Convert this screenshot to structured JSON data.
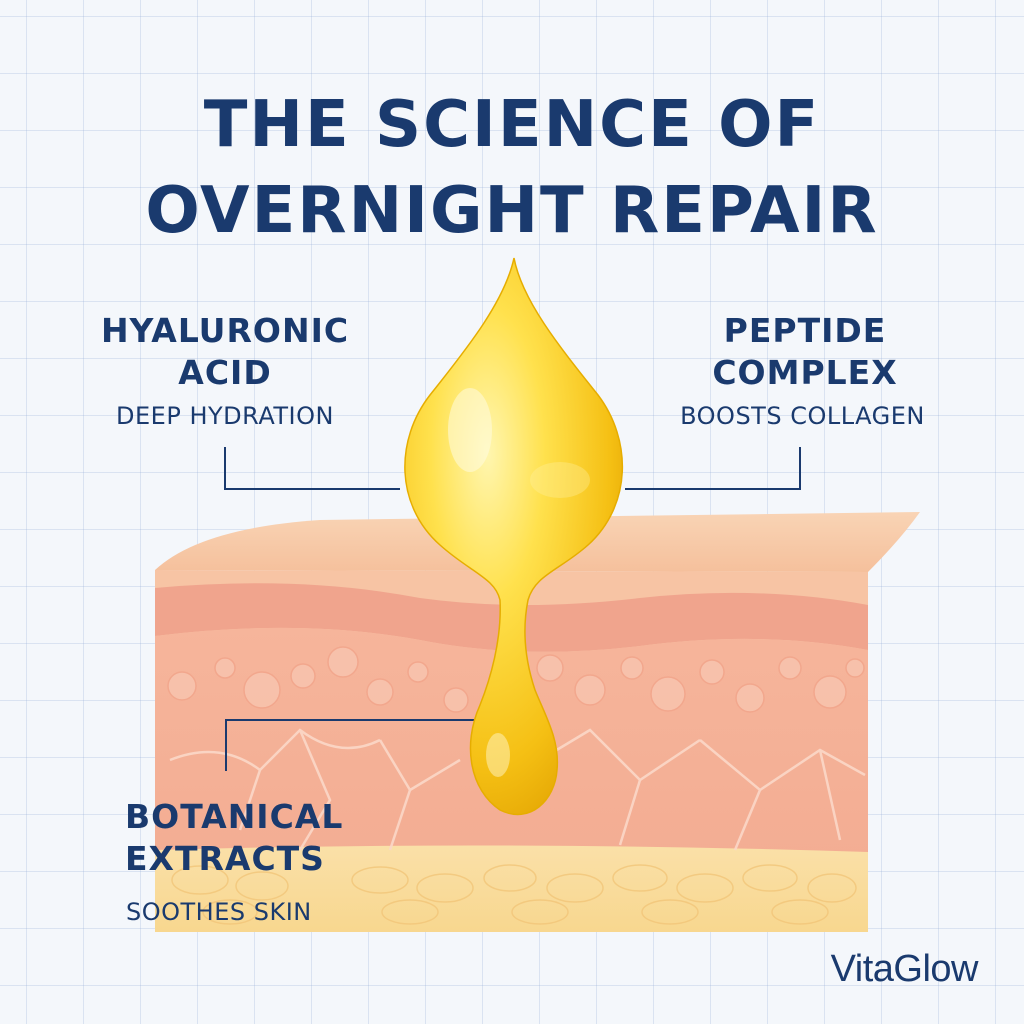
{
  "title": {
    "line1": "THE SCIENCE OF",
    "line2": "OVERNIGHT REPAIR"
  },
  "ingredients": {
    "hyaluronic": {
      "name_line1": "HYALURONIC",
      "name_line2": "ACID",
      "benefit": "DEEP HYDRATION"
    },
    "peptide": {
      "name_line1": "PEPTIDE",
      "name_line2": "COMPLEX",
      "benefit": "BOOSTS COLLAGEN"
    },
    "botanical": {
      "name_line1": "BOTANICAL",
      "name_line2": "EXTRACTS",
      "benefit": "SOOTHES SKIN"
    }
  },
  "brand": "VitaGlow",
  "colors": {
    "navy_text": "#1a3a6e",
    "grid_background": "#f4f7fb",
    "skin_top": "#f6c7a4",
    "skin_dermis": "#f4b49a",
    "fat_layer": "#f9dc9e",
    "serum_gold": "#f5c517"
  }
}
